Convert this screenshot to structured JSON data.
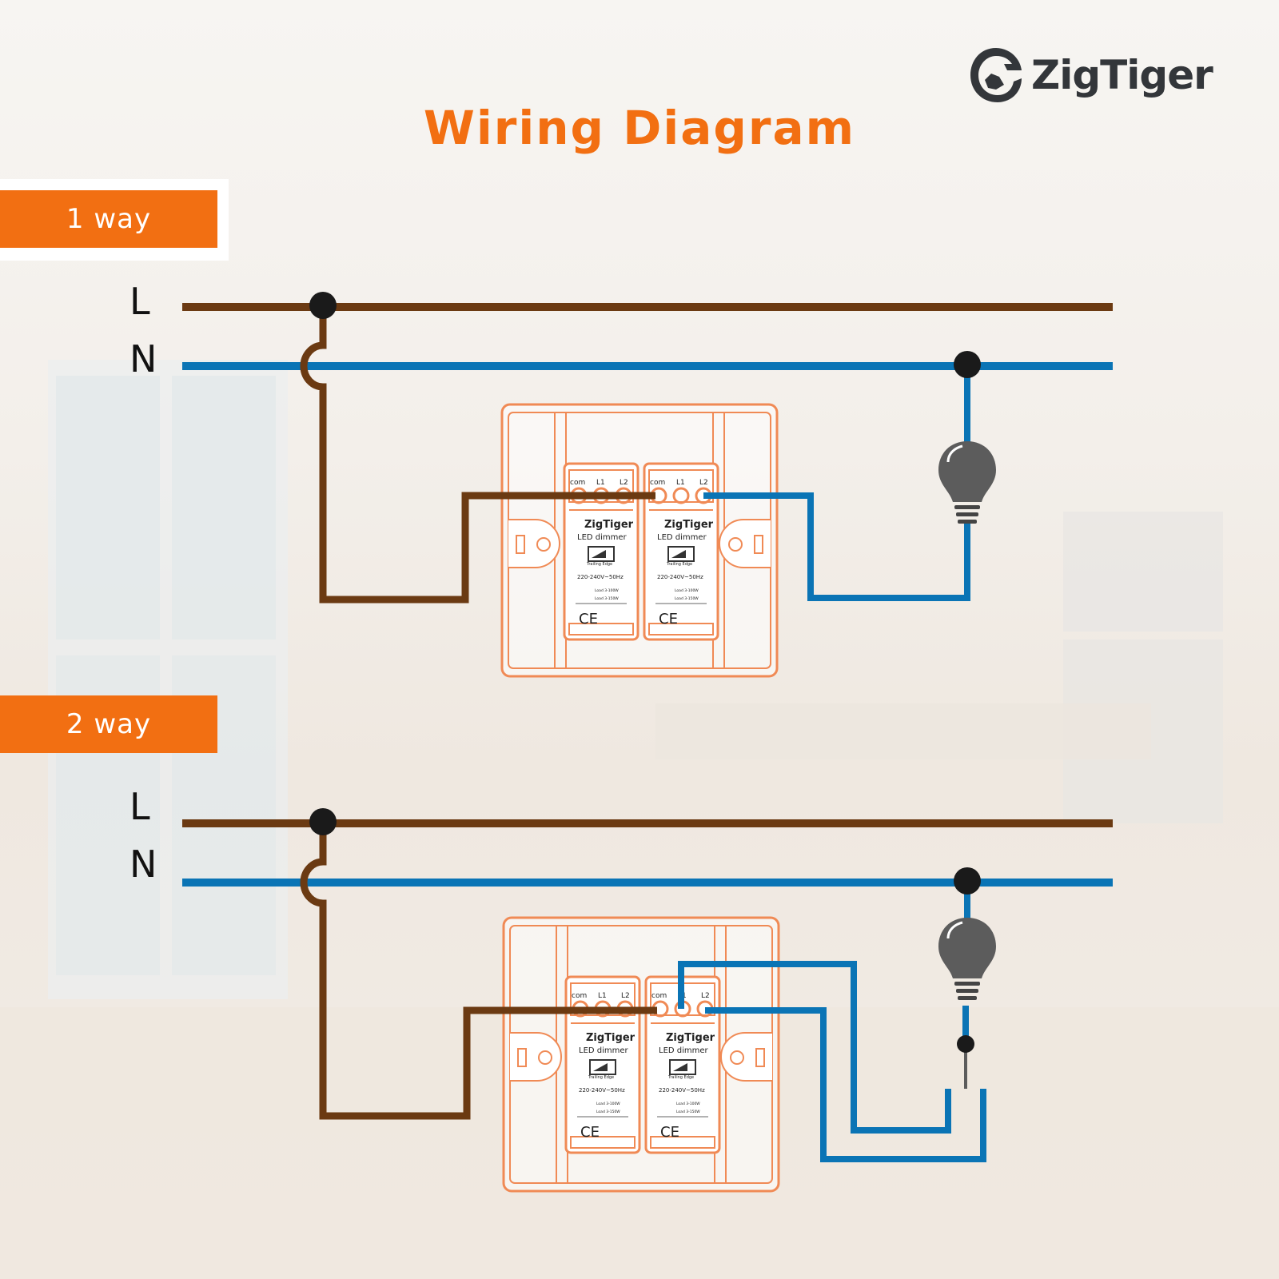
{
  "title": "Wiring Diagram",
  "brand": {
    "name": "ZigTiger"
  },
  "sections": [
    {
      "label": "1 way",
      "line_L": "L",
      "line_N": "N"
    },
    {
      "label": "2 way",
      "line_L": "L",
      "line_N": "N"
    }
  ],
  "module": {
    "brand": "ZigTiger",
    "product": "LED dimmer",
    "terminals": [
      "com",
      "L1",
      "L2"
    ],
    "mode": "Trailing Edge",
    "voltage": "220-240V~50Hz",
    "load_1": "Load 3-100W",
    "load_2": "Load 3-150W",
    "cert": "CE"
  },
  "colors": {
    "accent": "#f26f12",
    "live": "#6b3a12",
    "neutral": "#0a74b5",
    "frame": "#f08a55",
    "bulb": "#5c5c5c",
    "node": "#1a1a1a"
  }
}
